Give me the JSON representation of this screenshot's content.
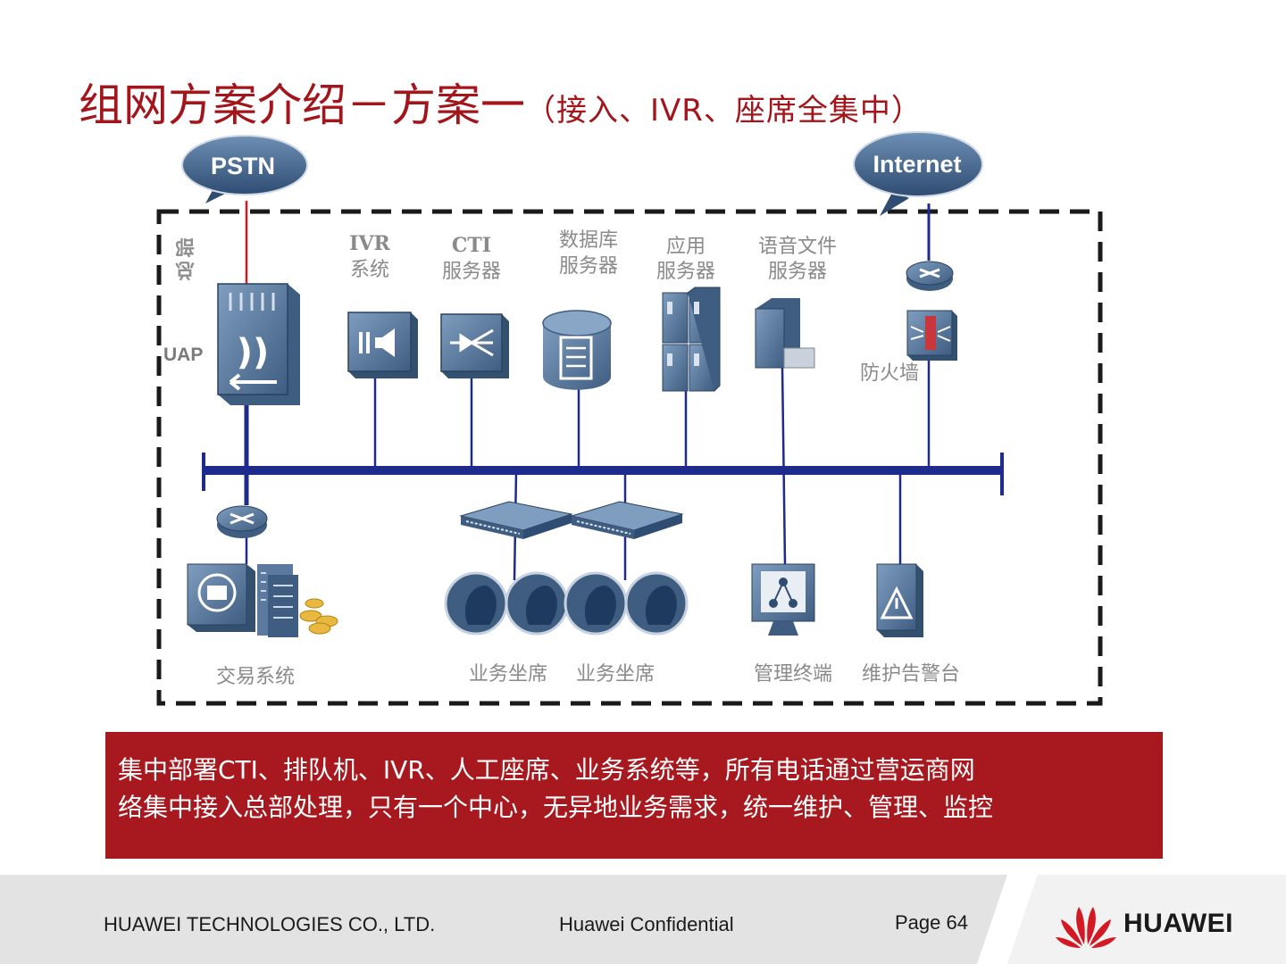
{
  "title": {
    "main": "组网方案介绍－方案一",
    "sub": "（接入、IVR、座席全集中）"
  },
  "clouds": {
    "pstn": "PSTN",
    "internet": "Internet"
  },
  "labels": {
    "hq": "总部",
    "uap": "UAP",
    "ivr_line1": "IVR",
    "ivr_line2": "系统",
    "cti_line1": "CTI",
    "cti_line2": "服务器",
    "db_line1": "数据库",
    "db_line2": "服务器",
    "app_line1": "应用",
    "app_line2": "服务器",
    "voice_line1": "语音文件",
    "voice_line2": "服务器",
    "firewall": "防火墙",
    "trading": "交易系统",
    "agent1": "业务坐席",
    "agent2": "业务坐席",
    "mgmt": "管理终端",
    "alarm": "维护告警台"
  },
  "note": {
    "line1": "集中部署CTI、排队机、IVR、人工座席、业务系统等，所有电话通过营运商网",
    "line2": "络集中接入总部处理，只有一个中心，无异地业务需求，统一维护、管理、监控"
  },
  "footer": {
    "company": "HUAWEI TECHNOLOGIES CO., LTD.",
    "confidential": "Huawei Confidential",
    "page": "Page 64",
    "brand": "HUAWEI"
  },
  "colors": {
    "accent_red": "#a3151b",
    "bus_blue": "#1e2b8c",
    "device_blue": "#4f6f93"
  }
}
